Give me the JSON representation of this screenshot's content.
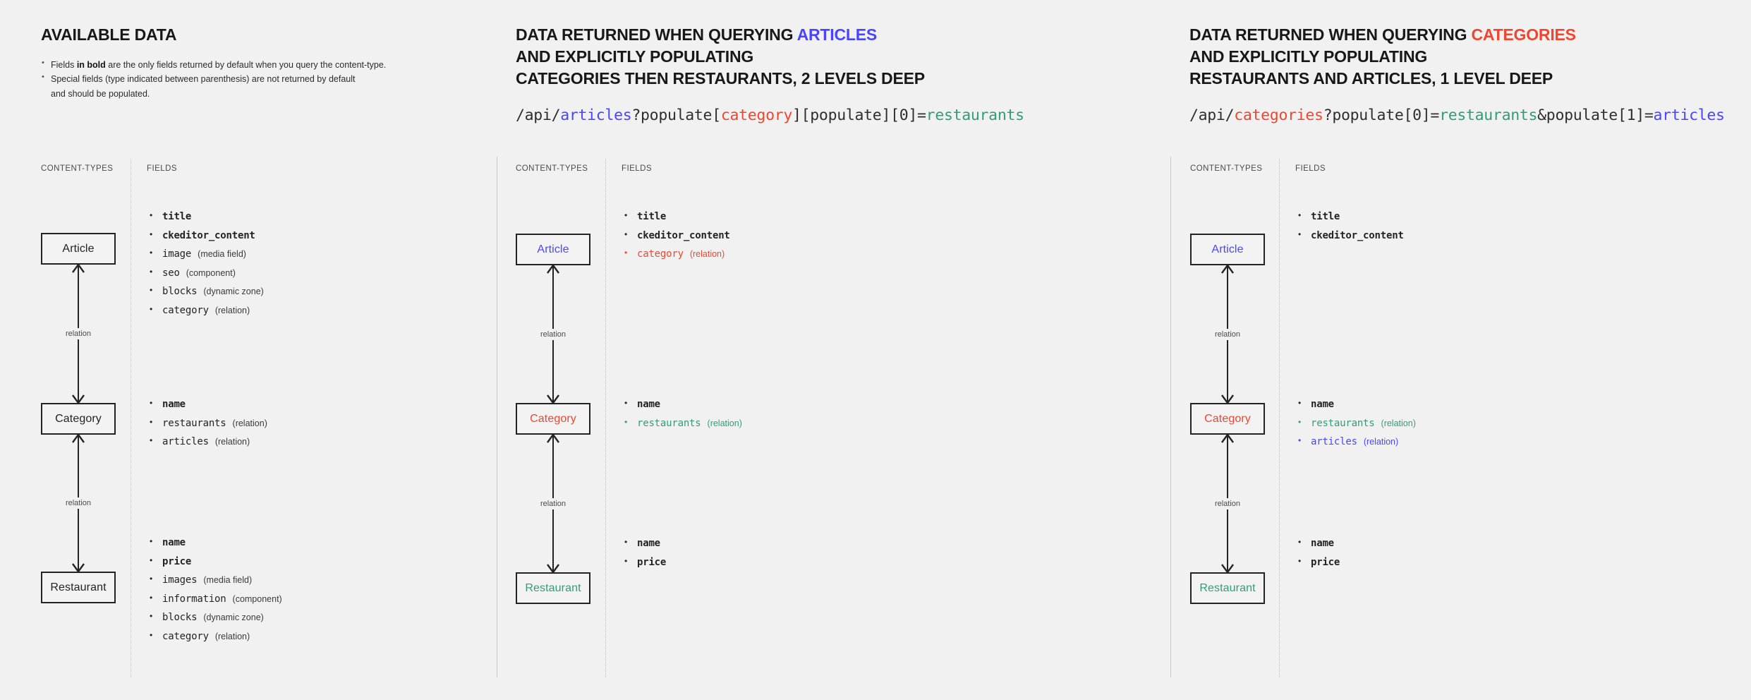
{
  "page": {
    "background": "#f1f1f2",
    "colors": {
      "articles": "#4945ff",
      "categories": "#f0462f",
      "restaurants": "#2f9e78",
      "default_text": "#232323"
    }
  },
  "column_labels": {
    "content_types": "CONTENT-TYPES",
    "fields": "FIELDS"
  },
  "relation_label": "relation",
  "panels": [
    {
      "id": "available-data",
      "title_parts": [
        {
          "text": "AVAILABLE DATA",
          "color": "default"
        }
      ],
      "bullets": [
        {
          "pre": "Fields ",
          "bold": "in bold",
          "post": " are the only fields returned by default when you query the content-type."
        },
        {
          "pre": "Special fields (type indicated between parenthesis) are not returned by default\nand should be populated.",
          "bold": "",
          "post": ""
        }
      ],
      "endpoint": [],
      "nodes": [
        {
          "label": "Article",
          "color": "default"
        },
        {
          "label": "Category",
          "color": "default"
        },
        {
          "label": "Restaurant",
          "color": "default"
        }
      ],
      "field_groups": [
        {
          "owner": "Article",
          "items": [
            {
              "name": "title",
              "type": "",
              "bold": true,
              "color": "default"
            },
            {
              "name": "ckeditor_content",
              "type": "",
              "bold": true,
              "color": "default"
            },
            {
              "name": "image",
              "type": "(media field)",
              "bold": false,
              "color": "default"
            },
            {
              "name": "seo",
              "type": "(component)",
              "bold": false,
              "color": "default"
            },
            {
              "name": "blocks",
              "type": "(dynamic zone)",
              "bold": false,
              "color": "default"
            },
            {
              "name": "category",
              "type": "(relation)",
              "bold": false,
              "color": "default"
            }
          ]
        },
        {
          "owner": "Category",
          "items": [
            {
              "name": "name",
              "type": "",
              "bold": true,
              "color": "default"
            },
            {
              "name": "restaurants",
              "type": "(relation)",
              "bold": false,
              "color": "default"
            },
            {
              "name": "articles",
              "type": "(relation)",
              "bold": false,
              "color": "default"
            }
          ]
        },
        {
          "owner": "Restaurant",
          "items": [
            {
              "name": "name",
              "type": "",
              "bold": true,
              "color": "default"
            },
            {
              "name": "price",
              "type": "",
              "bold": true,
              "color": "default"
            },
            {
              "name": "images",
              "type": "(media field)",
              "bold": false,
              "color": "default"
            },
            {
              "name": "information",
              "type": "(component)",
              "bold": false,
              "color": "default"
            },
            {
              "name": "blocks",
              "type": "(dynamic zone)",
              "bold": false,
              "color": "default"
            },
            {
              "name": "category",
              "type": "(relation)",
              "bold": false,
              "color": "default"
            }
          ]
        }
      ]
    },
    {
      "id": "query-articles",
      "title_parts": [
        {
          "text": "DATA RETURNED WHEN QUERYING ",
          "color": "default"
        },
        {
          "text": "ARTICLES",
          "color": "blue"
        },
        {
          "text": "\nAND EXPLICITLY POPULATING\nCATEGORIES THEN RESTAURANTS, 2 LEVELS DEEP",
          "color": "default"
        }
      ],
      "bullets": [],
      "endpoint": [
        {
          "text": "/api/",
          "color": "default"
        },
        {
          "text": "articles",
          "color": "blue"
        },
        {
          "text": "?populate[",
          "color": "default"
        },
        {
          "text": "category",
          "color": "red"
        },
        {
          "text": "][populate][0]=",
          "color": "default"
        },
        {
          "text": "restaurants",
          "color": "teal"
        }
      ],
      "nodes": [
        {
          "label": "Article",
          "color": "blue"
        },
        {
          "label": "Category",
          "color": "red"
        },
        {
          "label": "Restaurant",
          "color": "teal"
        }
      ],
      "field_groups": [
        {
          "owner": "Article",
          "items": [
            {
              "name": "title",
              "type": "",
              "bold": true,
              "color": "default"
            },
            {
              "name": "ckeditor_content",
              "type": "",
              "bold": true,
              "color": "default"
            },
            {
              "name": "category",
              "type": "(relation)",
              "bold": false,
              "color": "red"
            }
          ]
        },
        {
          "owner": "Category",
          "items": [
            {
              "name": "name",
              "type": "",
              "bold": true,
              "color": "default"
            },
            {
              "name": "restaurants",
              "type": "(relation)",
              "bold": false,
              "color": "teal"
            }
          ]
        },
        {
          "owner": "Restaurant",
          "items": [
            {
              "name": "name",
              "type": "",
              "bold": true,
              "color": "default"
            },
            {
              "name": "price",
              "type": "",
              "bold": true,
              "color": "default"
            }
          ]
        }
      ]
    },
    {
      "id": "query-categories",
      "title_parts": [
        {
          "text": "DATA RETURNED WHEN QUERYING ",
          "color": "default"
        },
        {
          "text": "CATEGORIES",
          "color": "red"
        },
        {
          "text": "\nAND EXPLICITLY POPULATING\nRESTAURANTS AND ARTICLES, 1 LEVEL DEEP",
          "color": "default"
        }
      ],
      "bullets": [],
      "endpoint": [
        {
          "text": "/api/",
          "color": "default"
        },
        {
          "text": "categories",
          "color": "red"
        },
        {
          "text": "?populate[0]=",
          "color": "default"
        },
        {
          "text": "restaurants",
          "color": "teal"
        },
        {
          "text": "&populate[1]=",
          "color": "default"
        },
        {
          "text": "articles",
          "color": "blue"
        }
      ],
      "nodes": [
        {
          "label": "Article",
          "color": "blue"
        },
        {
          "label": "Category",
          "color": "red"
        },
        {
          "label": "Restaurant",
          "color": "teal"
        }
      ],
      "field_groups": [
        {
          "owner": "Article",
          "items": [
            {
              "name": "title",
              "type": "",
              "bold": true,
              "color": "default"
            },
            {
              "name": "ckeditor_content",
              "type": "",
              "bold": true,
              "color": "default"
            }
          ]
        },
        {
          "owner": "Category",
          "items": [
            {
              "name": "name",
              "type": "",
              "bold": true,
              "color": "default"
            },
            {
              "name": "restaurants",
              "type": "(relation)",
              "bold": false,
              "color": "teal"
            },
            {
              "name": "articles",
              "type": "(relation)",
              "bold": false,
              "color": "blue"
            }
          ]
        },
        {
          "owner": "Restaurant",
          "items": [
            {
              "name": "name",
              "type": "",
              "bold": true,
              "color": "default"
            },
            {
              "name": "price",
              "type": "",
              "bold": true,
              "color": "default"
            }
          ]
        }
      ]
    }
  ]
}
